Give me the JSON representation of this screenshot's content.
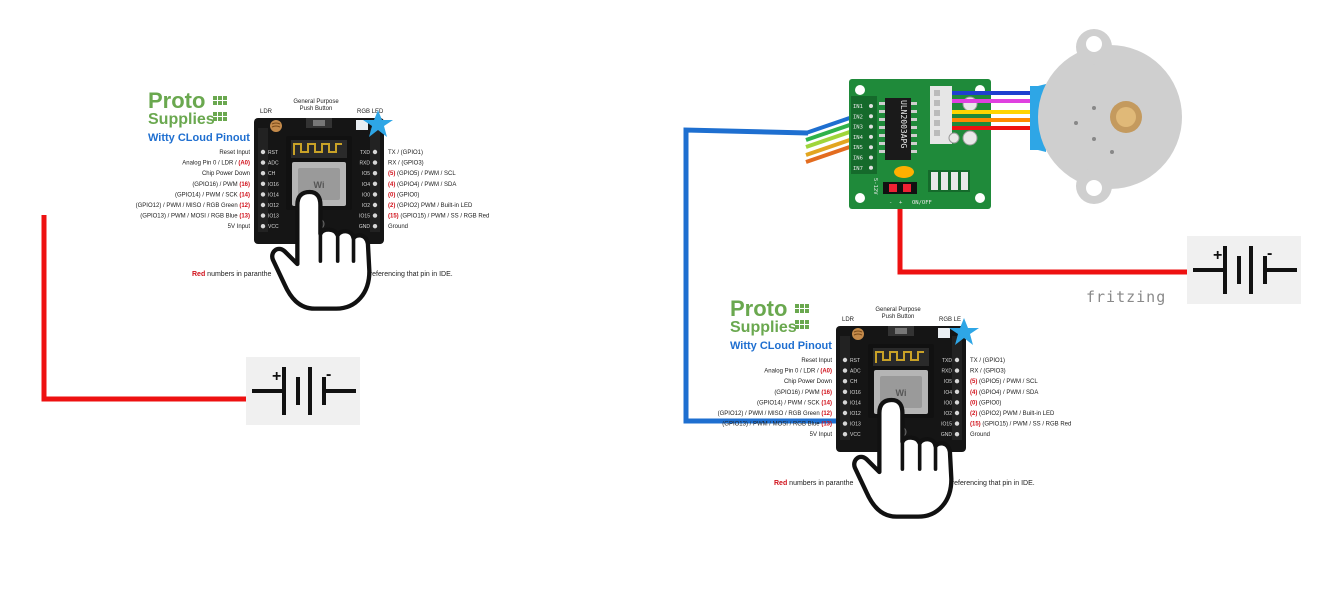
{
  "left_board": {
    "brand_line1": "Proto",
    "brand_line2": "Supplies",
    "title": "Witty CLoud Pinout",
    "ldr_label": "LDR",
    "button_label_1": "General Purpose",
    "button_label_2": "Push Button",
    "rgb_label": "RGB LED",
    "left_pins": [
      {
        "text": "Reset Input",
        "num": ""
      },
      {
        "text": "Analog Pin 0 / LDR / ",
        "num": "(A0)"
      },
      {
        "text": "Chip Power Down",
        "num": ""
      },
      {
        "text": "(GPIO16) / PWM ",
        "num": "(16)"
      },
      {
        "text": "(GPIO14) / PWM / SCK ",
        "num": "(14)"
      },
      {
        "text": "(GPIO12) / PWM / MISO / RGB Green ",
        "num": "(12)"
      },
      {
        "text": "(GPIO13) / PWM / MOSI / RGB Blue ",
        "num": "(13)"
      },
      {
        "text": "5V Input",
        "num": ""
      }
    ],
    "right_pins": [
      {
        "num": "",
        "text": "TX / (GPIO1)"
      },
      {
        "num": "",
        "text": "RX / (GPIO3)"
      },
      {
        "num": "(5)",
        "text": " (GPIO5) / PWM / SCL"
      },
      {
        "num": "(4)",
        "text": " (GPIO4) / PWM / SDA"
      },
      {
        "num": "(0)",
        "text": " (GPIO0)"
      },
      {
        "num": "(2)",
        "text": " (GPIO2) PWM / Built-in LED"
      },
      {
        "num": "(15)",
        "text": " (GPIO15) / PWM / SS / RGB Red"
      },
      {
        "num": "",
        "text": "Ground"
      }
    ],
    "board_pins_left": [
      "RST",
      "ADC",
      "CH",
      "IO16",
      "IO14",
      "IO12",
      "IO13",
      "VCC"
    ],
    "board_pins_right": [
      "TXD",
      "RXD",
      "IO5",
      "IO4",
      "IO0",
      "IO2",
      "IO15",
      "GND"
    ],
    "note_red": "Red",
    "note_part1": " numbers in paranthe",
    "note_part2": "n referencing that pin in IDE."
  },
  "right_board": {
    "brand_line1": "Proto",
    "brand_line2": "Supplies",
    "title": "Witty CLoud Pinout",
    "ldr_label": "LDR",
    "button_label_1": "General Purpose",
    "button_label_2": "Push Button",
    "rgb_label": "RGB LE",
    "left_pins": [
      {
        "text": "Reset Input",
        "num": ""
      },
      {
        "text": "Analog Pin 0 / LDR / ",
        "num": "(A0)"
      },
      {
        "text": "Chip Power Down",
        "num": ""
      },
      {
        "text": "(GPIO16) / PWM ",
        "num": "(16)"
      },
      {
        "text": "(GPIO14) / PWM / SCK ",
        "num": "(14)"
      },
      {
        "text": "(GPIO12) / PWM / MISO / RGB Green ",
        "num": "(12)"
      },
      {
        "text": "(GPIO13) / PWM / MOSI / RGB Blue ",
        "num": "(13)"
      },
      {
        "text": "5V Input",
        "num": ""
      }
    ],
    "right_pins": [
      {
        "num": "",
        "text": "TX / (GPIO1)"
      },
      {
        "num": "",
        "text": "RX / (GPIO3)"
      },
      {
        "num": "(5)",
        "text": " (GPIO5) / PWM / SCL"
      },
      {
        "num": "(4)",
        "text": " (GPIO4) / PWM / SDA"
      },
      {
        "num": "(0)",
        "text": " (GPIO0)"
      },
      {
        "num": "(2)",
        "text": " (GPIO2) PWM / Built-in LED"
      },
      {
        "num": "(15)",
        "text": " (GPIO15) / PWM / SS / RGB Red"
      },
      {
        "num": "",
        "text": "Ground"
      }
    ],
    "board_pins_left": [
      "RST",
      "ADC",
      "CH",
      "IO16",
      "IO14",
      "IO12",
      "IO13",
      "VCC"
    ],
    "board_pins_right": [
      "TXD",
      "RXD",
      "IO5",
      "IO4",
      "IO0",
      "IO2",
      "IO15",
      "GND"
    ],
    "note_red": "Red",
    "note_part1": " numbers in paranthe",
    "note_part2": "n referencing that pin in IDE."
  },
  "driver": {
    "chip_text": "ULN2003APG",
    "inputs": [
      "IN1",
      "IN2",
      "IN3",
      "IN4",
      "IN5",
      "IN6",
      "IN7"
    ],
    "power_label": "5-12V",
    "switch_label": "ON/OFF",
    "minus": "-",
    "plus": "+"
  },
  "battery": {
    "plus": "+",
    "minus": "-"
  },
  "watermark": "fritzing",
  "colors": {
    "wire_red": "#ee1111",
    "wire_blue": "#1e6fd0",
    "pcb_green": "#1f8a3a",
    "board_black": "#151515",
    "motor_grey": "#cfcfcf",
    "motor_blue": "#2ea6e6",
    "wire_colors": [
      "#1e3fd0",
      "#ee1111",
      "#ffd500",
      "#ff8a00",
      "#e040e0"
    ],
    "input_wire_colors": [
      "#1e6fd0",
      "#2fb24a",
      "#9fd53a",
      "#e2a51f",
      "#e36c1f"
    ]
  }
}
